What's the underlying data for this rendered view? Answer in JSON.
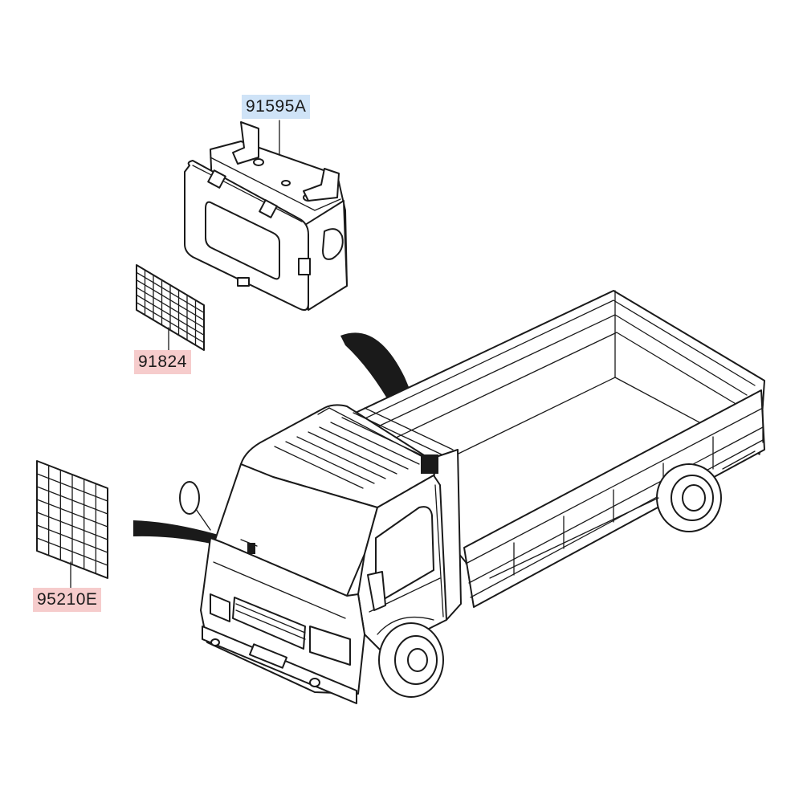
{
  "parts": [
    {
      "id": "91595A",
      "label": "91595A",
      "highlight": "#cfe3f7",
      "item": "junction-box"
    },
    {
      "id": "91824",
      "label": "91824",
      "highlight": "#f6cccc",
      "item": "junction-box-label"
    },
    {
      "id": "95210E",
      "label": "95210E",
      "highlight": "#f6cccc",
      "item": "fuse-panel-label"
    }
  ]
}
